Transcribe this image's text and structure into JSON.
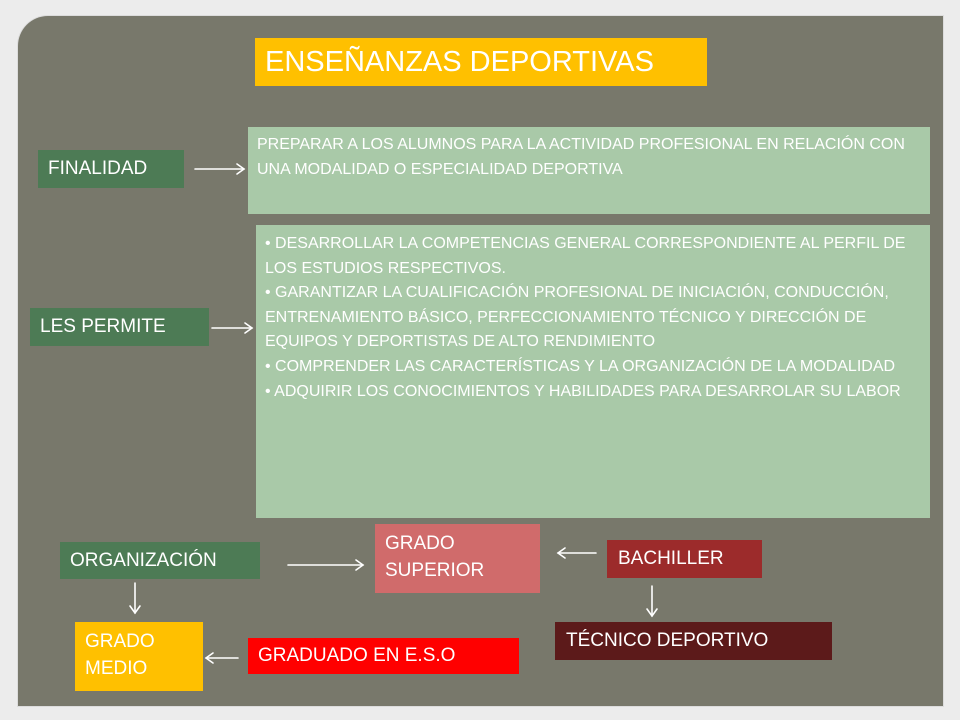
{
  "title": "ENSEÑANZAS DEPORTIVAS",
  "finalidad": {
    "label": "FINALIDAD",
    "description": "PREPARAR A LOS ALUMNOS PARA LA ACTIVIDAD PROFESIONAL EN RELACIÓN CON UNA MODALIDAD O ESPECIALIDAD DEPORTIVA"
  },
  "les_permite": {
    "label": "LES PERMITE",
    "items": [
      "• DESARROLLAR LA COMPETENCIAS GENERAL CORRESPONDIENTE AL PERFIL DE LOS ESTUDIOS RESPECTIVOS.",
      "• GARANTIZAR LA CUALIFICACIÓN PROFESIONAL DE INICIACIÓN, CONDUCCIÓN, ENTRENAMIENTO BÁSICO, PERFECCIONAMIENTO TÉCNICO Y DIRECCIÓN DE EQUIPOS Y DEPORTISTAS DE ALTO RENDIMIENTO",
      "• COMPRENDER LAS CARACTERÍSTICAS Y LA ORGANIZACIÓN DE LA MODALIDAD",
      "• ADQUIRIR LOS CONOCIMIENTOS Y HABILIDADES PARA DESARROLAR SU LABOR"
    ]
  },
  "organizacion": {
    "label": "ORGANIZACIÓN",
    "grado_superior": "GRADO SUPERIOR",
    "bachiller": "BACHILLER",
    "grado_medio": "GRADO MEDIO",
    "graduado": "GRADUADO EN E.S.O",
    "tecnico": "TÉCNICO DEPORTIVO"
  },
  "colors": {
    "background": "#78786b",
    "title": "#ffc000",
    "label_green": "#4d7b55",
    "text_green": "#a9c9a8",
    "grado_superior": "#d06b6b",
    "bachiller": "#9c2b2b",
    "graduado": "#ff0000",
    "tecnico": "#5c1a1a"
  }
}
